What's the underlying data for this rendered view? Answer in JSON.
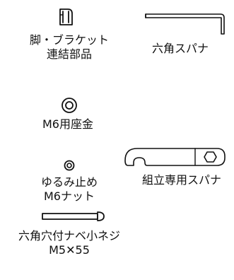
{
  "parts": [
    {
      "icon": "bracket-connector-icon",
      "lines": [
        "脚・ブラケット",
        "連結部品"
      ]
    },
    {
      "icon": "hex-key-icon",
      "lines": [
        "六角スパナ"
      ]
    },
    {
      "icon": "washer-icon",
      "lines": [
        "M6用座金"
      ]
    },
    {
      "icon": "open-end-wrench-icon",
      "lines": [
        "組立専用スパナ"
      ]
    },
    {
      "icon": "anti-loosening-nut-icon",
      "lines": [
        "ゆるみ止め",
        "M6ナット"
      ]
    },
    {
      "icon": "hex-socket-screw-icon",
      "lines": [
        "六角穴付ナベ小ネジ",
        "M5✕55"
      ]
    }
  ]
}
